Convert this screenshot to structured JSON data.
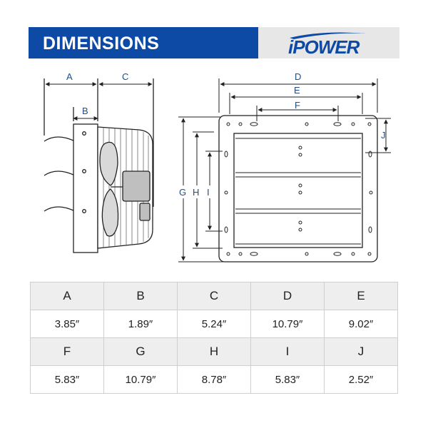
{
  "banner": {
    "title": "DIMENSIONS",
    "brand": "iPOWER",
    "colors": {
      "blue": "#0d4aa6",
      "gray": "#e7e7e7"
    }
  },
  "diagram": {
    "labels": [
      "A",
      "B",
      "C",
      "D",
      "E",
      "F",
      "G",
      "H",
      "I",
      "J"
    ]
  },
  "table": {
    "rows": [
      {
        "headers": [
          "A",
          "B",
          "C",
          "D",
          "E"
        ],
        "values": [
          "3.85″",
          "1.89″",
          "5.24″",
          "10.79″",
          "9.02″"
        ]
      },
      {
        "headers": [
          "F",
          "G",
          "H",
          "I",
          "J"
        ],
        "values": [
          "5.83″",
          "10.79″",
          "8.78″",
          "5.83″",
          "2.52″"
        ]
      }
    ]
  }
}
